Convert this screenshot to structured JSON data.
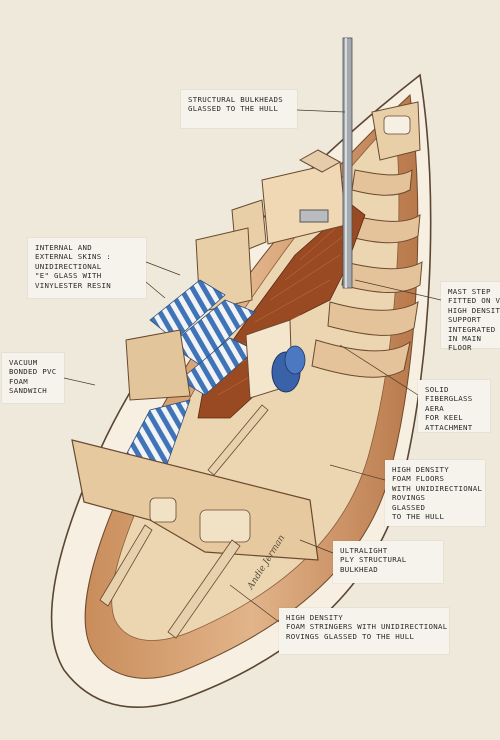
{
  "colors": {
    "background": "#efe9dc",
    "hull_tan": "#d9a77a",
    "hull_shadow": "#b07a4c",
    "interior_cream": "#e9d2ad",
    "teak_floor": "#9a4a22",
    "cushion_blue": "#3f74b8",
    "mast_grey": "#9aa0a4",
    "callout_bg": "#f6f3ec"
  },
  "callouts": {
    "bulkheads": [
      "STRUCTURAL BULKHEADS",
      "GLASSED TO THE HULL"
    ],
    "skins": [
      "INTERNAL AND",
      "EXTERNAL SKINS :",
      "UNIDIRECTIONAL",
      "\"E\" GLASS WITH",
      "VINYLESTER RESIN"
    ],
    "vacuum": [
      "VACUUM",
      "BONDED PVC",
      "FOAM",
      "SANDWICH"
    ],
    "mast": [
      "MAST STEP",
      "FITTED ON VER",
      "HIGH DENSITY",
      "SUPPORT",
      "INTEGRATED",
      "IN MAIN",
      "FLOOR"
    ],
    "keel": [
      "SOLID",
      "FIBERGLASS",
      "AERA",
      "FOR KEEL",
      "ATTACHMENT"
    ],
    "floors": [
      "HIGH DENSITY",
      "FOAM FLOORS",
      "WITH UNIDIRECTIONAL",
      "ROVINGS",
      "GLASSED",
      "TO THE HULL"
    ],
    "ply": [
      "ULTRALIGHT",
      "PLY STRUCTURAL",
      "BULKHEAD"
    ],
    "stringers": [
      "HIGH DENSITY",
      "FOAM STRINGERS WITH UNIDIRECTIONAL",
      "ROVINGS GLASSED TO THE HULL"
    ]
  },
  "signature": "Andie Jerman"
}
